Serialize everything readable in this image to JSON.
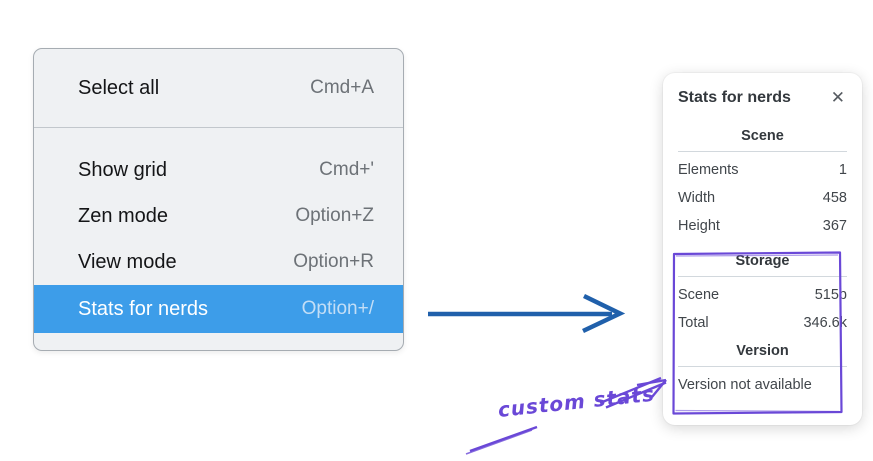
{
  "menu": {
    "highlight_color": "#3d9de9",
    "items": [
      {
        "label": "Select all",
        "shortcut": "Cmd+A"
      },
      {
        "label": "Show grid",
        "shortcut": "Cmd+'"
      },
      {
        "label": "Zen mode",
        "shortcut": "Option+Z"
      },
      {
        "label": "View mode",
        "shortcut": "Option+R"
      },
      {
        "label": "Stats for nerds",
        "shortcut": "Option+/",
        "highlighted": true
      }
    ]
  },
  "panel": {
    "title": "Stats for nerds",
    "close_icon": "✕",
    "sections": [
      {
        "heading": "Scene",
        "rows": [
          {
            "label": "Elements",
            "value": "1"
          },
          {
            "label": "Width",
            "value": "458"
          },
          {
            "label": "Height",
            "value": "367"
          }
        ]
      },
      {
        "heading": "Storage",
        "rows": [
          {
            "label": "Scene",
            "value": "515b"
          },
          {
            "label": "Total",
            "value": "346.6k"
          }
        ]
      },
      {
        "heading": "Version",
        "note": "Version not available"
      }
    ]
  },
  "annotation": {
    "label": "custom stats",
    "color": "#6a48d7"
  },
  "pointer_arrow": {
    "color": "#2060ab"
  }
}
